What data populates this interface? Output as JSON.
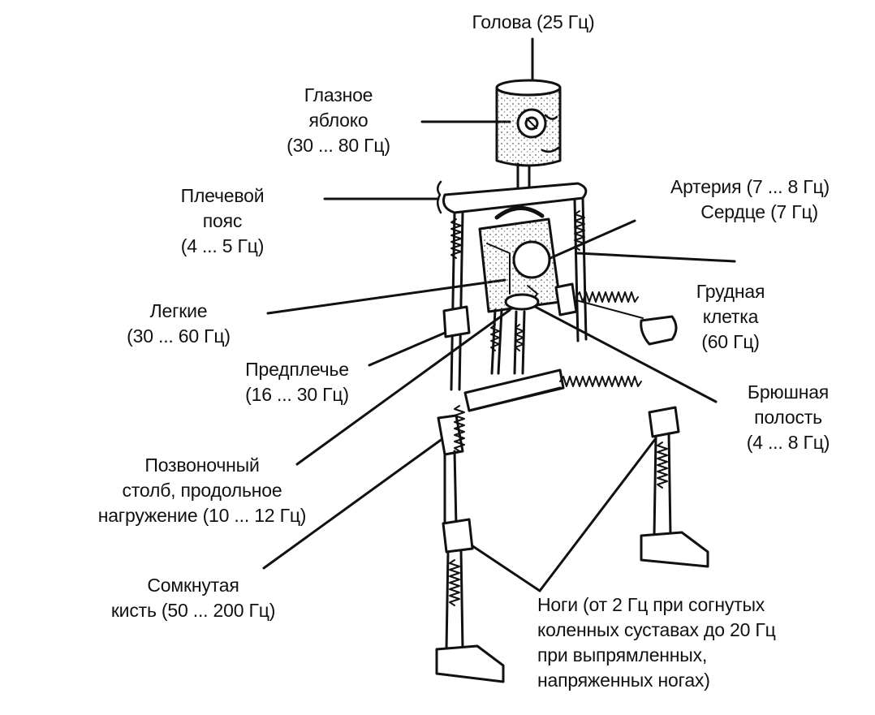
{
  "labels": {
    "head": [
      "Голова (25 Гц)"
    ],
    "eyeball": [
      "Глазное",
      "яблоко",
      "(30 ... 80 Гц)"
    ],
    "shoulder": [
      "Плечевой",
      "пояс",
      "(4 ... 5 Гц)"
    ],
    "artery_heart": [
      "Артерия (7 ... 8 Гц)",
      "Сердце (7 Гц)"
    ],
    "chest": [
      "Грудная",
      "клетка",
      "(60 Гц)"
    ],
    "lungs": [
      "Легкие",
      "(30 ... 60 Гц)"
    ],
    "forearm": [
      "Предплечье",
      "(16 ... 30 Гц)"
    ],
    "abdomen": [
      "Брюшная",
      "полость",
      "(4 ... 8 Гц)"
    ],
    "spine": [
      "Позвоночный",
      "столб, продольное",
      "нагружение (10 ... 12 Гц)"
    ],
    "hand": [
      "Сомкнутая",
      "кисть (50 ... 200 Гц)"
    ],
    "legs": [
      "Ноги (от 2 Гц при согнутых",
      "коленных суставах до 20 Гц",
      "при выпрямленных,",
      "напряженных ногах)"
    ]
  }
}
